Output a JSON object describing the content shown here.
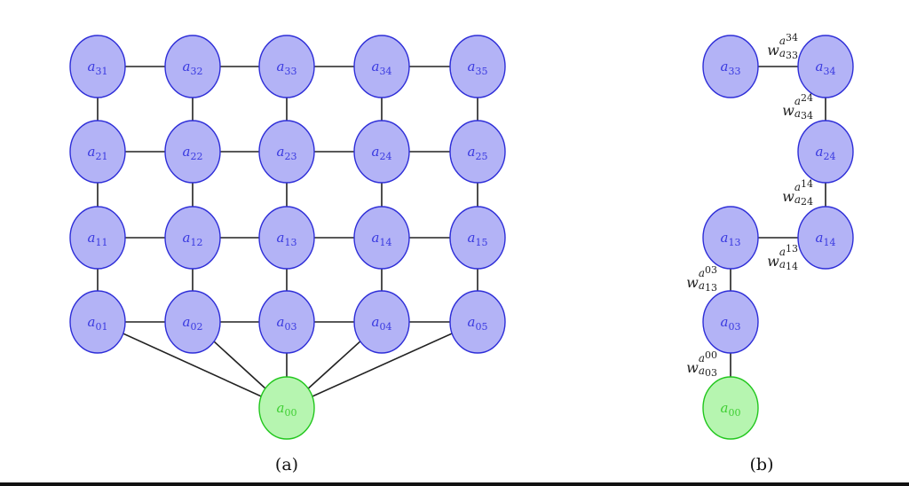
{
  "panel_a": {
    "caption": "(a)",
    "nodes": [
      {
        "id": "31",
        "letter": "a",
        "sub": "31",
        "type": "blue"
      },
      {
        "id": "32",
        "letter": "a",
        "sub": "32",
        "type": "blue"
      },
      {
        "id": "33",
        "letter": "a",
        "sub": "33",
        "type": "blue"
      },
      {
        "id": "34",
        "letter": "a",
        "sub": "34",
        "type": "blue"
      },
      {
        "id": "35",
        "letter": "a",
        "sub": "35",
        "type": "blue"
      },
      {
        "id": "21",
        "letter": "a",
        "sub": "21",
        "type": "blue"
      },
      {
        "id": "22",
        "letter": "a",
        "sub": "22",
        "type": "blue"
      },
      {
        "id": "23",
        "letter": "a",
        "sub": "23",
        "type": "blue"
      },
      {
        "id": "24",
        "letter": "a",
        "sub": "24",
        "type": "blue"
      },
      {
        "id": "25",
        "letter": "a",
        "sub": "25",
        "type": "blue"
      },
      {
        "id": "11",
        "letter": "a",
        "sub": "11",
        "type": "blue"
      },
      {
        "id": "12",
        "letter": "a",
        "sub": "12",
        "type": "blue"
      },
      {
        "id": "13",
        "letter": "a",
        "sub": "13",
        "type": "blue"
      },
      {
        "id": "14",
        "letter": "a",
        "sub": "14",
        "type": "blue"
      },
      {
        "id": "15",
        "letter": "a",
        "sub": "15",
        "type": "blue"
      },
      {
        "id": "01",
        "letter": "a",
        "sub": "01",
        "type": "blue"
      },
      {
        "id": "02",
        "letter": "a",
        "sub": "02",
        "type": "blue"
      },
      {
        "id": "03",
        "letter": "a",
        "sub": "03",
        "type": "blue"
      },
      {
        "id": "04",
        "letter": "a",
        "sub": "04",
        "type": "blue"
      },
      {
        "id": "05",
        "letter": "a",
        "sub": "05",
        "type": "blue"
      },
      {
        "id": "00",
        "letter": "a",
        "sub": "00",
        "type": "green"
      }
    ],
    "edges": [
      [
        "31",
        "32"
      ],
      [
        "32",
        "33"
      ],
      [
        "33",
        "34"
      ],
      [
        "34",
        "35"
      ],
      [
        "21",
        "22"
      ],
      [
        "22",
        "23"
      ],
      [
        "23",
        "24"
      ],
      [
        "24",
        "25"
      ],
      [
        "11",
        "12"
      ],
      [
        "12",
        "13"
      ],
      [
        "13",
        "14"
      ],
      [
        "14",
        "15"
      ],
      [
        "01",
        "02"
      ],
      [
        "02",
        "03"
      ],
      [
        "03",
        "04"
      ],
      [
        "04",
        "05"
      ],
      [
        "31",
        "21"
      ],
      [
        "21",
        "11"
      ],
      [
        "11",
        "01"
      ],
      [
        "32",
        "22"
      ],
      [
        "22",
        "12"
      ],
      [
        "12",
        "02"
      ],
      [
        "33",
        "23"
      ],
      [
        "23",
        "13"
      ],
      [
        "13",
        "03"
      ],
      [
        "34",
        "24"
      ],
      [
        "24",
        "14"
      ],
      [
        "14",
        "04"
      ],
      [
        "35",
        "25"
      ],
      [
        "25",
        "15"
      ],
      [
        "15",
        "05"
      ],
      [
        "01",
        "00"
      ],
      [
        "02",
        "00"
      ],
      [
        "03",
        "00"
      ],
      [
        "04",
        "00"
      ],
      [
        "05",
        "00"
      ]
    ]
  },
  "panel_b": {
    "caption": "(b)",
    "nodes": [
      {
        "id": "33",
        "letter": "a",
        "sub": "33",
        "type": "blue"
      },
      {
        "id": "34",
        "letter": "a",
        "sub": "34",
        "type": "blue"
      },
      {
        "id": "24",
        "letter": "a",
        "sub": "24",
        "type": "blue"
      },
      {
        "id": "13",
        "letter": "a",
        "sub": "13",
        "type": "blue"
      },
      {
        "id": "14",
        "letter": "a",
        "sub": "14",
        "type": "blue"
      },
      {
        "id": "03",
        "letter": "a",
        "sub": "03",
        "type": "blue"
      },
      {
        "id": "00",
        "letter": "a",
        "sub": "00",
        "type": "green"
      }
    ],
    "edges": [
      {
        "from": "33",
        "to": "34",
        "weight": {
          "symbol": "w",
          "top": "a",
          "top_sub": "34",
          "bottom": "a",
          "bottom_sub": "33"
        }
      },
      {
        "from": "34",
        "to": "24",
        "weight": {
          "symbol": "w",
          "top": "a",
          "top_sub": "24",
          "bottom": "a",
          "bottom_sub": "34"
        }
      },
      {
        "from": "24",
        "to": "14",
        "weight": {
          "symbol": "w",
          "top": "a",
          "top_sub": "14",
          "bottom": "a",
          "bottom_sub": "24"
        }
      },
      {
        "from": "13",
        "to": "14",
        "weight": {
          "symbol": "w",
          "top": "a",
          "top_sub": "13",
          "bottom": "a",
          "bottom_sub": "14"
        }
      },
      {
        "from": "13",
        "to": "03",
        "weight": {
          "symbol": "w",
          "top": "a",
          "top_sub": "03",
          "bottom": "a",
          "bottom_sub": "13"
        }
      },
      {
        "from": "03",
        "to": "00",
        "weight": {
          "symbol": "w",
          "top": "a",
          "top_sub": "00",
          "bottom": "a",
          "bottom_sub": "03"
        }
      }
    ]
  },
  "colors": {
    "node_fill_blue": "#b3b3f6",
    "node_stroke_blue": "#2e2ed8",
    "node_fill_green": "#b6f5b0",
    "node_stroke_green": "#22c71e"
  }
}
